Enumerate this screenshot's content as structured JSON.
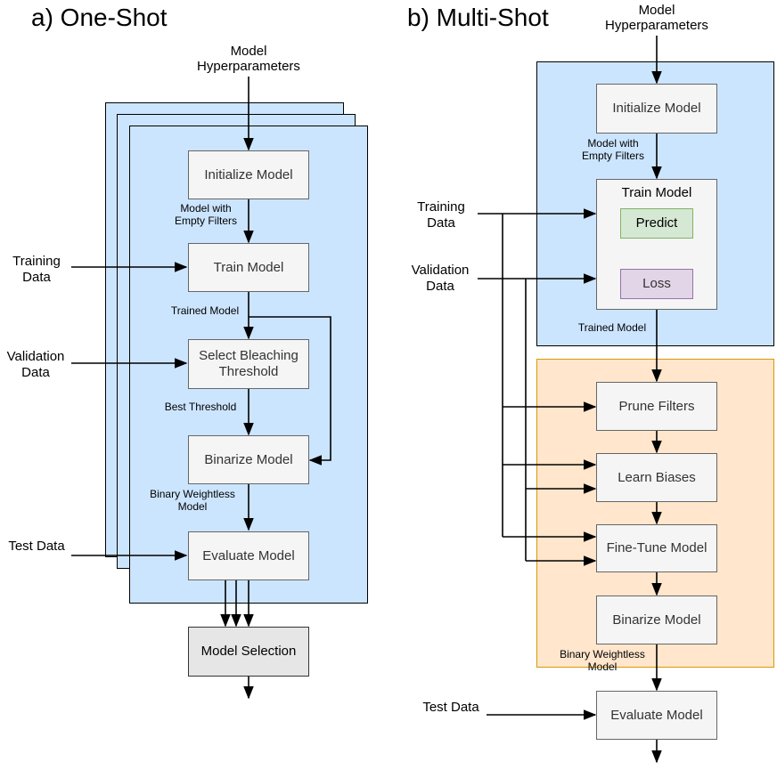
{
  "one_shot": {
    "title": "a) One-Shot",
    "input_hyperparams": "Model\nHyperparameters",
    "steps": {
      "initialize": "Initialize Model",
      "train": "Train Model",
      "select_threshold": "Select Bleaching\nThreshold",
      "binarize": "Binarize Model",
      "evaluate": "Evaluate Model",
      "selection": "Model Selection"
    },
    "edges": {
      "empty_filters": "Model with\nEmpty Filters",
      "trained_model": "Trained Model",
      "best_threshold": "Best Threshold",
      "binary_weightless": "Binary Weightless\nModel"
    },
    "inputs": {
      "training": "Training\nData",
      "validation": "Validation\nData",
      "test": "Test Data"
    }
  },
  "multi_shot": {
    "title": "b) Multi-Shot",
    "input_hyperparams": "Model\nHyperparameters",
    "steps": {
      "initialize": "Initialize Model",
      "train": "Train Model",
      "predict": "Predict",
      "loss": "Loss",
      "prune": "Prune Filters",
      "learn_biases": "Learn Biases",
      "fine_tune": "Fine-Tune Model",
      "binarize": "Binarize Model",
      "evaluate": "Evaluate Model"
    },
    "edges": {
      "empty_filters": "Model with\nEmpty Filters",
      "trained_model": "Trained Model",
      "binary_weightless": "Binary Weightless\nModel"
    },
    "inputs": {
      "training": "Training\nData",
      "validation": "Validation\nData",
      "test": "Test Data"
    }
  },
  "colors": {
    "blue_panel": "#cce5ff",
    "orange_panel": "#ffe6cc",
    "orange_border": "#d79b00",
    "step_fill": "#f5f5f5",
    "step_border": "#666666",
    "predict_fill": "#d5e8d4",
    "predict_border": "#82b366",
    "loss_fill": "#e1d5e7",
    "loss_border": "#9673a6",
    "feedback_arrow": "#1a7a1a"
  }
}
